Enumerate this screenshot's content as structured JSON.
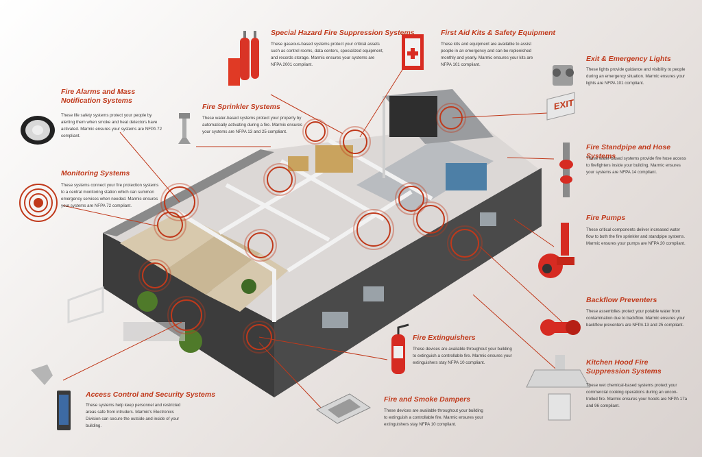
{
  "accent_color": "#c0391b",
  "sections": {
    "special_hazard": {
      "title": "Special Hazard Fire Suppression Systems",
      "lines": [
        "These gaseous-based systems protect your critical assets",
        "such as control rooms, data centers, specialized equipment,",
        "and records storage. Marmic ensures your systems are",
        "NFPA 2001 compliant."
      ]
    },
    "first_aid": {
      "title": "First Aid Kits & Safety Equipment",
      "lines": [
        "These kits and equipment are available to assist",
        "people in an emergency and can be replenished",
        "monthly and yearly. Marmic ensures your kits are",
        "NFPA 101 compliant."
      ]
    },
    "exit_lights": {
      "title": "Exit & Emergency Lights",
      "lines": [
        "These lights provide guidance and visibility to people",
        "during an emergency situation. Marmic ensures your",
        "lights are NFPA 101 compliant."
      ]
    },
    "fire_alarms": {
      "title_lines": [
        "Fire Alarms and  Mass",
        "Notification Systems"
      ],
      "lines": [
        "These life safety systems protect your people by",
        "alerting them when smoke and heat detectors have",
        "activated. Marmic ensures your systems are NFPA 72",
        "compliant."
      ]
    },
    "sprinkler": {
      "title": "Fire Sprinkler Systems",
      "lines": [
        "These water-based systems protect your property by",
        "automatically activating during a fire. Marmic ensures",
        "your systems are NFPA 13 and 25 compliant."
      ]
    },
    "standpipe": {
      "title": "Fire Standpipe and Hose Systems",
      "lines": [
        "These water-based systems provide fire hose access",
        "to firefighters inside your building. Marmic ensures",
        "your systems are NFPA 14 compliant."
      ]
    },
    "monitoring": {
      "title": "Monitoring Systems",
      "lines": [
        "These systems connect your fire protection systems",
        "to a central monitoring station which can summon",
        "emergency services when needed. Marmic ensures",
        "your systems are NFPA 72 compliant."
      ]
    },
    "pumps": {
      "title": "Fire Pumps",
      "lines": [
        "These critical components deliver increased water",
        "flow to both the fire sprinkler and standpipe systems.",
        "Marmic ensures your pumps are NFPA 20 compliant."
      ]
    },
    "backflow": {
      "title": "Backflow Preventers",
      "lines": [
        "These assemblies protect your potable water from",
        "contamination due to backflow. Marmic ensures your",
        "backflow preventers are NFPA 13 and 25 compliant."
      ]
    },
    "extinguishers": {
      "title": "Fire Extinguishers",
      "lines": [
        "These devices are available throughout your building",
        "to extinguish a controllable fire. Marmic ensures your",
        "extinguishers stay NFPA 10 compliant."
      ]
    },
    "kitchen": {
      "title_lines": [
        "Kitchen Hood Fire",
        "Suppression Systems"
      ],
      "lines": [
        "These wet chemical-based systems protect your",
        "commercial cooking operations during an uncon-",
        "trolled fire. Marmic ensures your hoods are NFPA 17a",
        "and 96 compliant."
      ]
    },
    "access": {
      "title": "Access Control and Security Systems",
      "lines": [
        "These systems help keep personnel and restricted",
        "areas safe from intruders. Marmic's Electronics",
        "Division can secure the outside and inside of your",
        "building."
      ]
    },
    "dampers": {
      "title": "Fire and Smoke Dampers",
      "lines": [
        "These devices are available throughout your building",
        "to extinguish a controllable fire. Marmic ensures your",
        "extinguishers stay NFPA 10 compliant."
      ]
    }
  },
  "labels": {
    "exit_sign": "EXIT"
  },
  "icons": [
    "cylinder-icon",
    "first-aid-cabinet-icon",
    "exit-light-icon",
    "smoke-detector-icon",
    "sprinkler-head-icon",
    "standpipe-icon",
    "monitoring-signal-icon",
    "fire-pump-icon",
    "backflow-valve-icon",
    "fire-extinguisher-icon",
    "kitchen-hood-icon",
    "access-reader-icon",
    "damper-icon"
  ]
}
